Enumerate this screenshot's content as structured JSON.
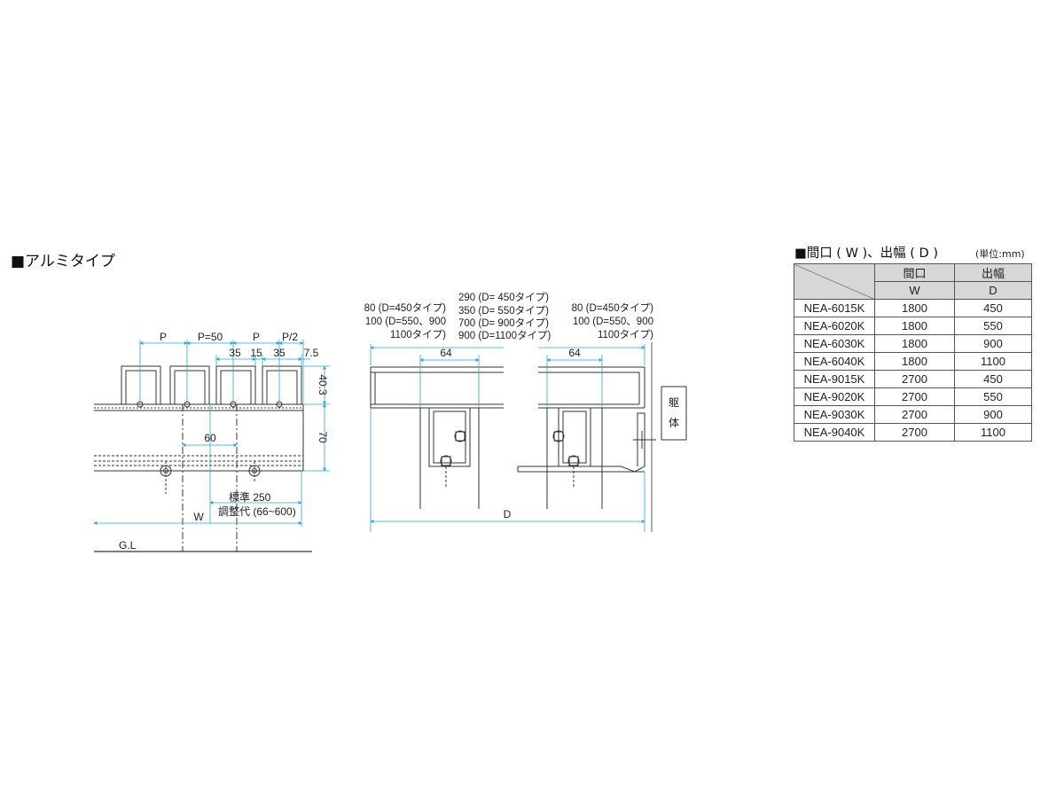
{
  "section": {
    "title": "■アルミタイプ"
  },
  "front_view": {
    "dims": {
      "p1": "P",
      "p50": "P=50",
      "p2": "P",
      "p_half": "P/2",
      "d35a": "35",
      "d15": "15",
      "d35b": "35",
      "d7_5": "7.5",
      "h40_3": "40.3",
      "h70": "70",
      "w60": "60",
      "standard": "標準 250",
      "adjust": "調整代 (66~600)",
      "w": "W",
      "gl": "G.L"
    }
  },
  "side_view": {
    "left_note": [
      "80 (D=450タイプ)",
      "100 (D=550、900",
      "1100タイプ)"
    ],
    "center_note": [
      "290 (D= 450タイプ)",
      "350 (D= 550タイプ)",
      "700 (D= 900タイプ)",
      "900 (D=1100タイプ)"
    ],
    "right_note": [
      "80 (D=450タイプ)",
      "100 (D=550、900",
      "1100タイプ)"
    ],
    "d64a": "64",
    "d64b": "64",
    "depth": "D",
    "wall_label": [
      "躯",
      "体"
    ]
  },
  "table": {
    "title": "■間口 ( W )、出幅 ( D )",
    "unit": "(単位:mm)",
    "headers": [
      "間口",
      "出幅"
    ],
    "subheaders": [
      "W",
      "D"
    ],
    "rows": [
      {
        "model": "NEA-6015K",
        "w": "1800",
        "d": "450"
      },
      {
        "model": "NEA-6020K",
        "w": "1800",
        "d": "550"
      },
      {
        "model": "NEA-6030K",
        "w": "1800",
        "d": "900"
      },
      {
        "model": "NEA-6040K",
        "w": "1800",
        "d": "1100"
      },
      {
        "model": "NEA-9015K",
        "w": "2700",
        "d": "450"
      },
      {
        "model": "NEA-9020K",
        "w": "2700",
        "d": "550"
      },
      {
        "model": "NEA-9030K",
        "w": "2700",
        "d": "900"
      },
      {
        "model": "NEA-9040K",
        "w": "2700",
        "d": "1100"
      }
    ]
  },
  "colors": {
    "dimension": "#2aa9d6",
    "line": "#333333",
    "table_header": "#d7d7d7"
  }
}
